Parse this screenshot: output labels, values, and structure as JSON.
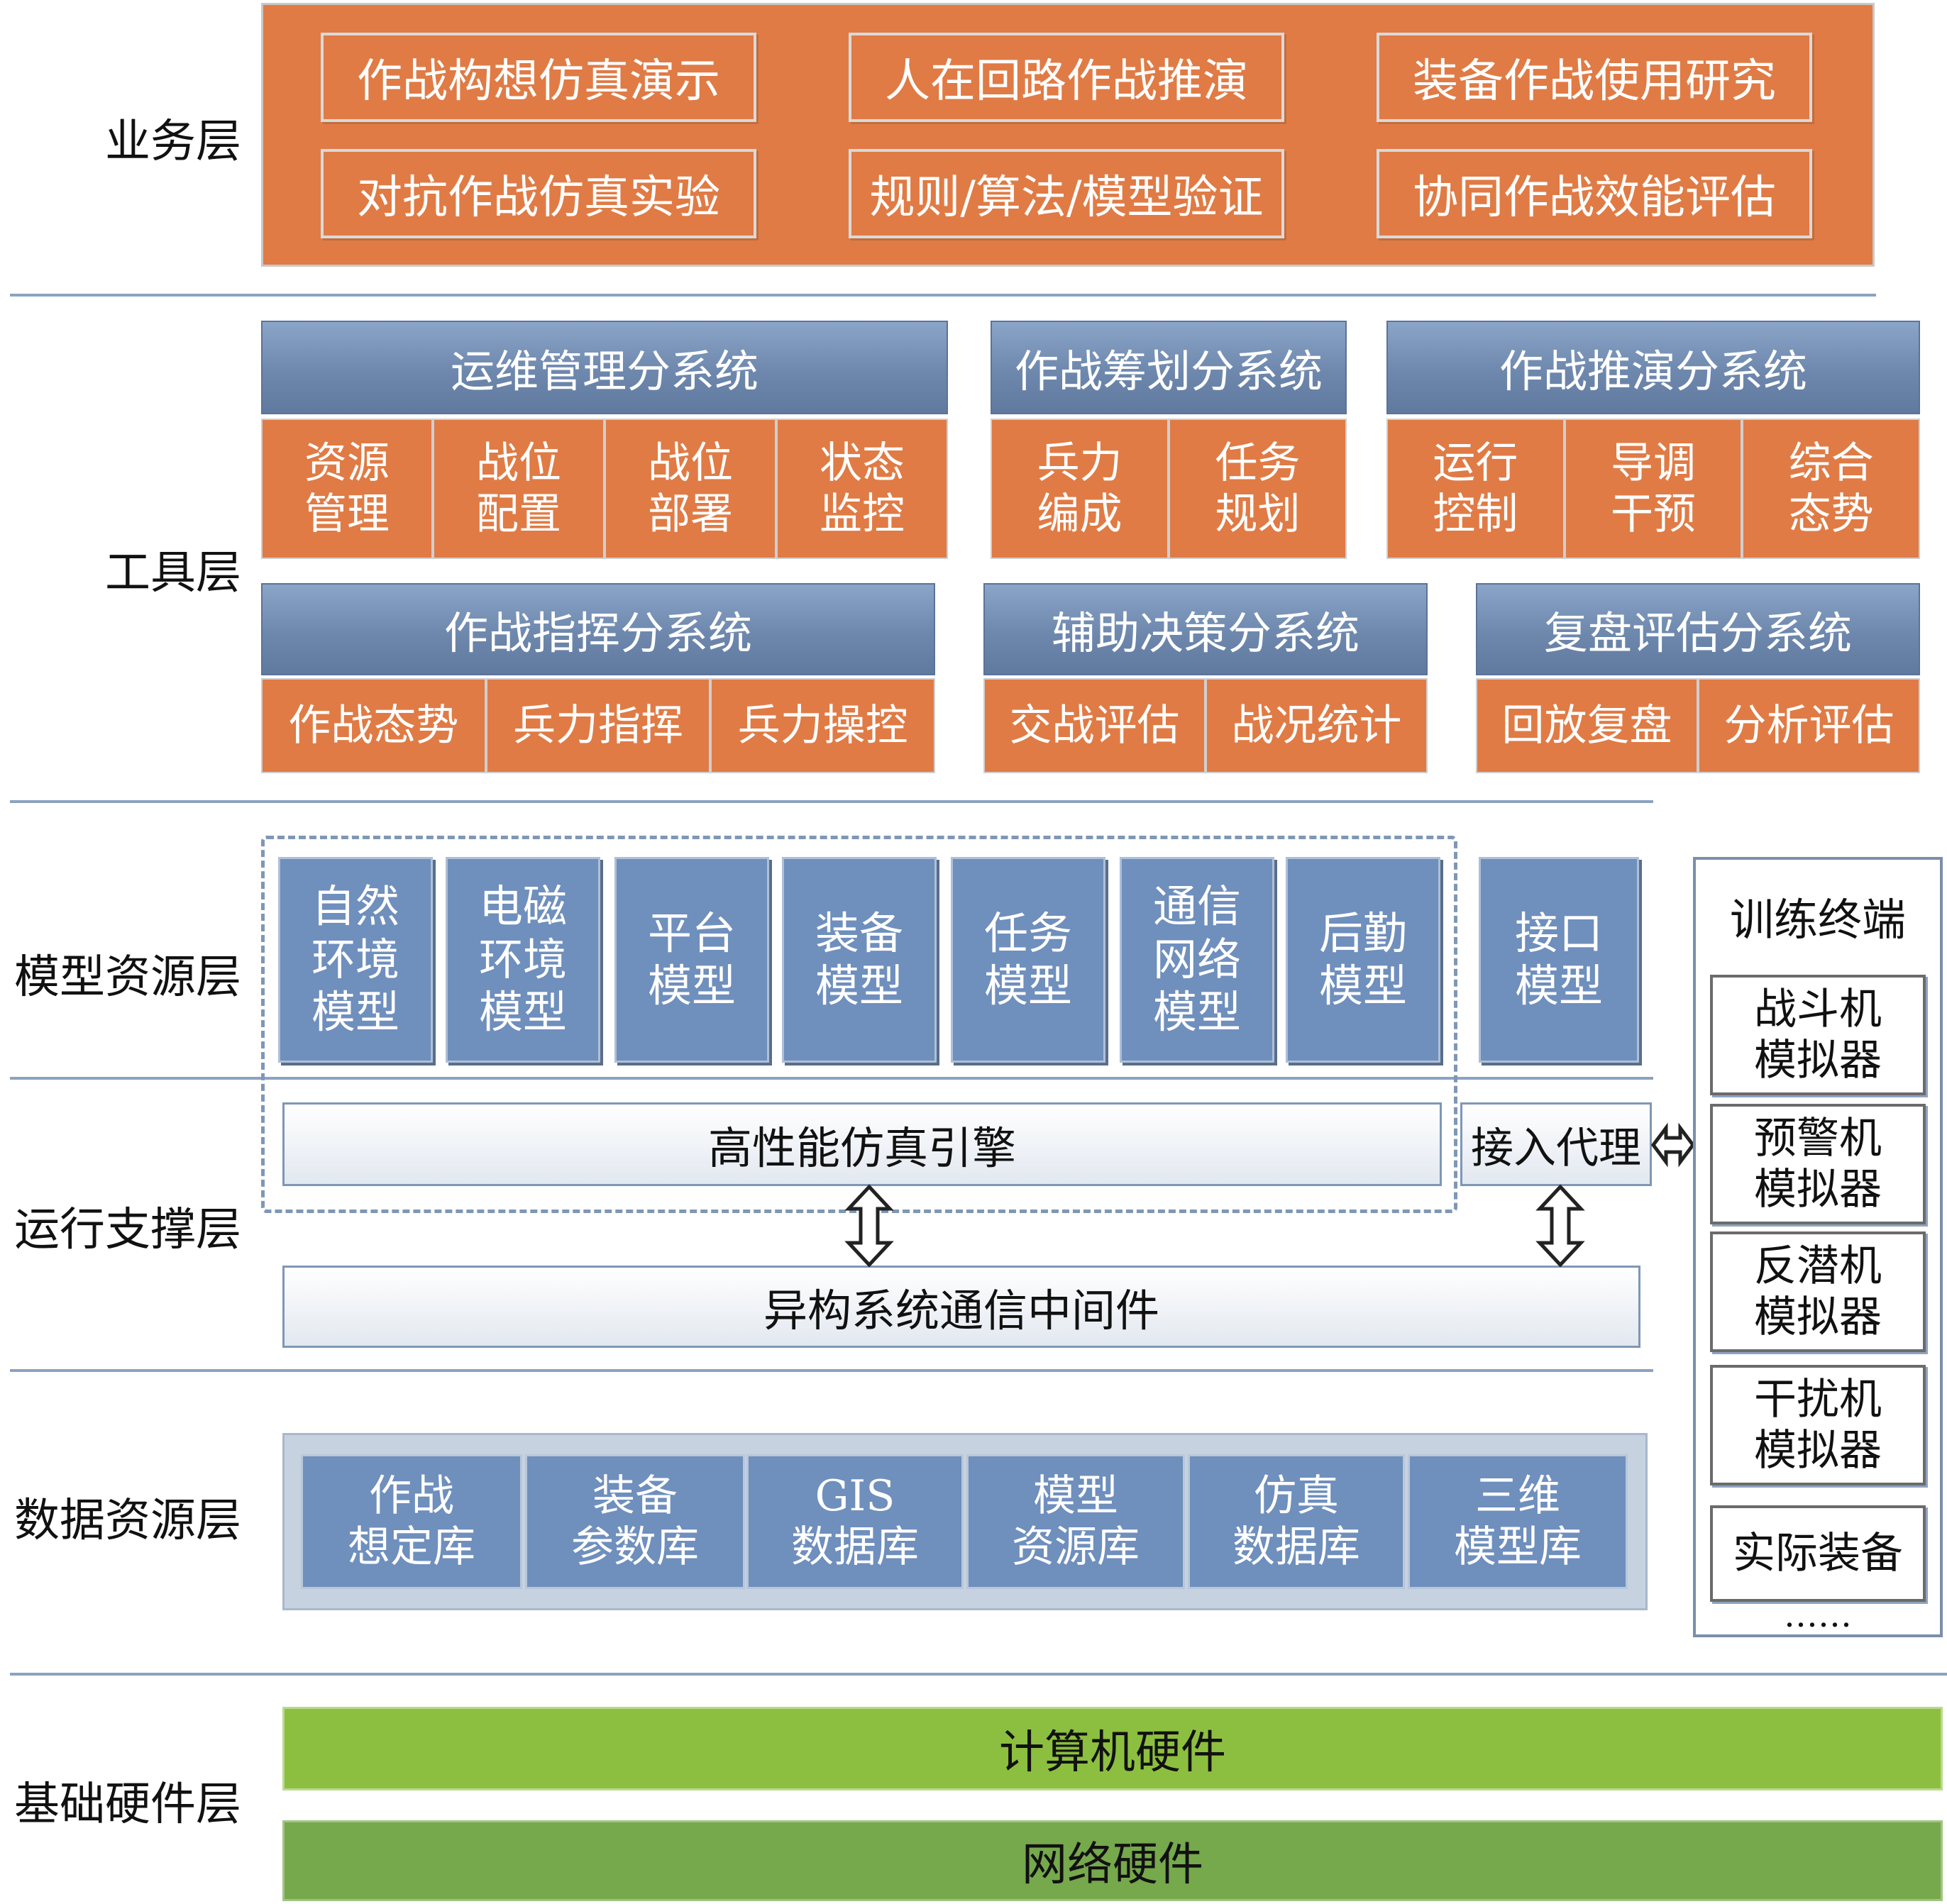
{
  "layers": {
    "business": "业务层",
    "tools": "工具层",
    "models": "模型资源层",
    "runtime": "运行支撑层",
    "data": "数据资源层",
    "hardware": "基础硬件层"
  },
  "business": {
    "items": [
      "作战构想仿真演示",
      "人在回路作战推演",
      "装备作战使用研究",
      "对抗作战仿真实验",
      "规则/算法/模型验证",
      "协同作战效能评估"
    ]
  },
  "tools": {
    "subsystems": [
      {
        "title": "运维管理分系统",
        "items": [
          "资源\n管理",
          "战位\n配置",
          "战位\n部署",
          "状态\n监控"
        ]
      },
      {
        "title": "作战筹划分系统",
        "items": [
          "兵力\n编成",
          "任务\n规划"
        ]
      },
      {
        "title": "作战推演分系统",
        "items": [
          "运行\n控制",
          "导调\n干预",
          "综合\n态势"
        ]
      },
      {
        "title": "作战指挥分系统",
        "items": [
          "作战态势",
          "兵力指挥",
          "兵力操控"
        ]
      },
      {
        "title": "辅助决策分系统",
        "items": [
          "交战评估",
          "战况统计"
        ]
      },
      {
        "title": "复盘评估分系统",
        "items": [
          "回放复盘",
          "分析评估"
        ]
      }
    ]
  },
  "models": {
    "items": [
      "自然\n环境\n模型",
      "电磁\n环境\n模型",
      "平台\n模型",
      "装备\n模型",
      "任务\n模型",
      "通信\n网络\n模型",
      "后勤\n模型"
    ],
    "interface": "接口\n模型"
  },
  "runtime": {
    "engine": "高性能仿真引擎",
    "proxy": "接入代理",
    "middleware": "异构系统通信中间件"
  },
  "terminal": {
    "title": "训练终端",
    "items": [
      "战斗机\n模拟器",
      "预警机\n模拟器",
      "反潜机\n模拟器",
      "干扰机\n模拟器",
      "实际装备"
    ],
    "more": "……"
  },
  "data": {
    "items": [
      "作战\n想定库",
      "装备\n参数库",
      "GIS\n数据库",
      "模型\n资源库",
      "仿真\n数据库",
      "三维\n模型库"
    ]
  },
  "hardware": {
    "computer": "计算机硬件",
    "network": "网络硬件"
  }
}
